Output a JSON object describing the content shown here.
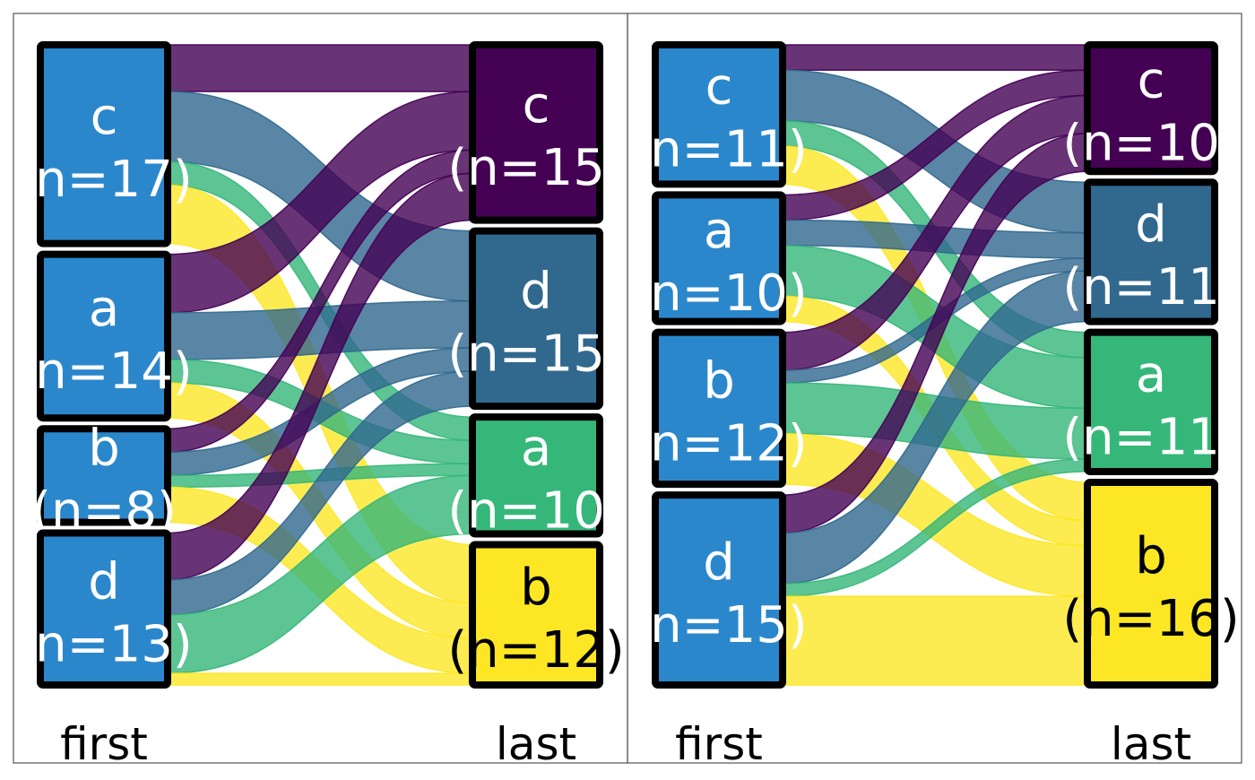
{
  "chart_data": [
    {
      "type": "sankey",
      "axis_labels": [
        "first",
        "last"
      ],
      "left_nodes": [
        {
          "key": "c",
          "label": "c",
          "count_label": "(n=17)",
          "n": 17
        },
        {
          "key": "a",
          "label": "a",
          "count_label": "(n=14)",
          "n": 14
        },
        {
          "key": "b",
          "label": "b",
          "count_label": "(n=8)",
          "n": 8
        },
        {
          "key": "d",
          "label": "d",
          "count_label": "(n=13)",
          "n": 13
        }
      ],
      "right_nodes": [
        {
          "key": "c",
          "label": "c",
          "count_label": "(n=15)",
          "n": 15
        },
        {
          "key": "d",
          "label": "d",
          "count_label": "(n=15)",
          "n": 15
        },
        {
          "key": "a",
          "label": "a",
          "count_label": "(n=10)",
          "n": 10
        },
        {
          "key": "b",
          "label": "b",
          "count_label": "(n=12)",
          "n": 12
        }
      ],
      "flows": [
        {
          "from": "c",
          "to": "c",
          "value": 4
        },
        {
          "from": "c",
          "to": "d",
          "value": 6
        },
        {
          "from": "c",
          "to": "a",
          "value": 2
        },
        {
          "from": "c",
          "to": "b",
          "value": 5
        },
        {
          "from": "a",
          "to": "c",
          "value": 5
        },
        {
          "from": "a",
          "to": "d",
          "value": 4
        },
        {
          "from": "a",
          "to": "a",
          "value": 2
        },
        {
          "from": "a",
          "to": "b",
          "value": 3
        },
        {
          "from": "b",
          "to": "c",
          "value": 2
        },
        {
          "from": "b",
          "to": "d",
          "value": 2
        },
        {
          "from": "b",
          "to": "a",
          "value": 1
        },
        {
          "from": "b",
          "to": "b",
          "value": 3
        },
        {
          "from": "d",
          "to": "c",
          "value": 4
        },
        {
          "from": "d",
          "to": "d",
          "value": 3
        },
        {
          "from": "d",
          "to": "a",
          "value": 5
        },
        {
          "from": "d",
          "to": "b",
          "value": 1
        }
      ]
    },
    {
      "type": "sankey",
      "axis_labels": [
        "first",
        "last"
      ],
      "left_nodes": [
        {
          "key": "c",
          "label": "c",
          "count_label": "(n=11)",
          "n": 11
        },
        {
          "key": "a",
          "label": "a",
          "count_label": "(n=10)",
          "n": 10
        },
        {
          "key": "b",
          "label": "b",
          "count_label": "(n=12)",
          "n": 12
        },
        {
          "key": "d",
          "label": "d",
          "count_label": "(n=15)",
          "n": 15
        }
      ],
      "right_nodes": [
        {
          "key": "c",
          "label": "c",
          "count_label": "(n=10)",
          "n": 10
        },
        {
          "key": "d",
          "label": "d",
          "count_label": "(n=11)",
          "n": 11
        },
        {
          "key": "a",
          "label": "a",
          "count_label": "(n=11)",
          "n": 11
        },
        {
          "key": "b",
          "label": "b",
          "count_label": "(n=16)",
          "n": 16
        }
      ],
      "flows": [
        {
          "from": "c",
          "to": "c",
          "value": 2
        },
        {
          "from": "c",
          "to": "d",
          "value": 4
        },
        {
          "from": "c",
          "to": "a",
          "value": 2
        },
        {
          "from": "c",
          "to": "b",
          "value": 3
        },
        {
          "from": "a",
          "to": "c",
          "value": 2
        },
        {
          "from": "a",
          "to": "d",
          "value": 2
        },
        {
          "from": "a",
          "to": "a",
          "value": 4
        },
        {
          "from": "a",
          "to": "b",
          "value": 2
        },
        {
          "from": "b",
          "to": "c",
          "value": 3
        },
        {
          "from": "b",
          "to": "d",
          "value": 1
        },
        {
          "from": "b",
          "to": "a",
          "value": 4
        },
        {
          "from": "b",
          "to": "b",
          "value": 4
        },
        {
          "from": "d",
          "to": "c",
          "value": 3
        },
        {
          "from": "d",
          "to": "d",
          "value": 4
        },
        {
          "from": "d",
          "to": "a",
          "value": 1
        },
        {
          "from": "d",
          "to": "b",
          "value": 7
        }
      ]
    }
  ],
  "colors": {
    "left_node": "#2b87cc",
    "c": "#440154",
    "d": "#31688e",
    "a": "#35b779",
    "b": "#fde725",
    "node_border": "#000000",
    "panel_border": "#555555",
    "light_label": "#ffffff",
    "dark_label": "#000000"
  }
}
